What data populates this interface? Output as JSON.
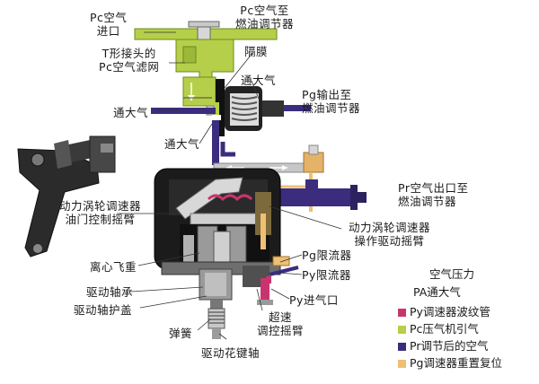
{
  "colors": {
    "py": "#c8356e",
    "pc": "#b6cf4a",
    "pr": "#3b2c7e",
    "pg": "#efbf73",
    "body_dark": "#1b1b1b",
    "metal": "#9a9a9a"
  },
  "labels": {
    "pc_inlet": [
      "Pc空气",
      "进口"
    ],
    "pc_to_fuel": [
      "Pc空气至",
      "燃油调节器"
    ],
    "t_filter": [
      "T形接头的",
      "Pc空气滤网"
    ],
    "diaphragm": "隔膜",
    "vent_top": "通大气",
    "pg_out": [
      "Pg输出至",
      "燃油调节器"
    ],
    "vent_left": "通大气",
    "vent_mid": "通大气",
    "throttle_arm": [
      "动力涡轮调速器",
      "油门控制摇臂"
    ],
    "pr_out": [
      "Pr空气出口至",
      "燃油调节器"
    ],
    "op_arm": [
      "动力涡轮调速器",
      "操作驱动摇臂"
    ],
    "pg_limiter": "Pg限流器",
    "py_limiter": "Py限流器",
    "flyweight": "离心飞重",
    "drive_bearing": "驱动轴承",
    "py_inlet": "Py进气口",
    "shaft_guard": "驱动轴护盖",
    "overspeed_arm": [
      "超速",
      "调控摇臂"
    ],
    "spring": "弹簧",
    "spline_shaft": "驱动花键轴"
  },
  "legend": {
    "title": "空气压力",
    "subtitle": "PA通大气",
    "items": [
      {
        "label": "Py调速器波纹管",
        "color": "#c8356e"
      },
      {
        "label": "Pc压气机引气",
        "color": "#b6cf4a"
      },
      {
        "label": "Pr调节后的空气",
        "color": "#3b2c7e"
      },
      {
        "label": "Pg调速器重置复位",
        "color": "#efbf73"
      }
    ]
  }
}
